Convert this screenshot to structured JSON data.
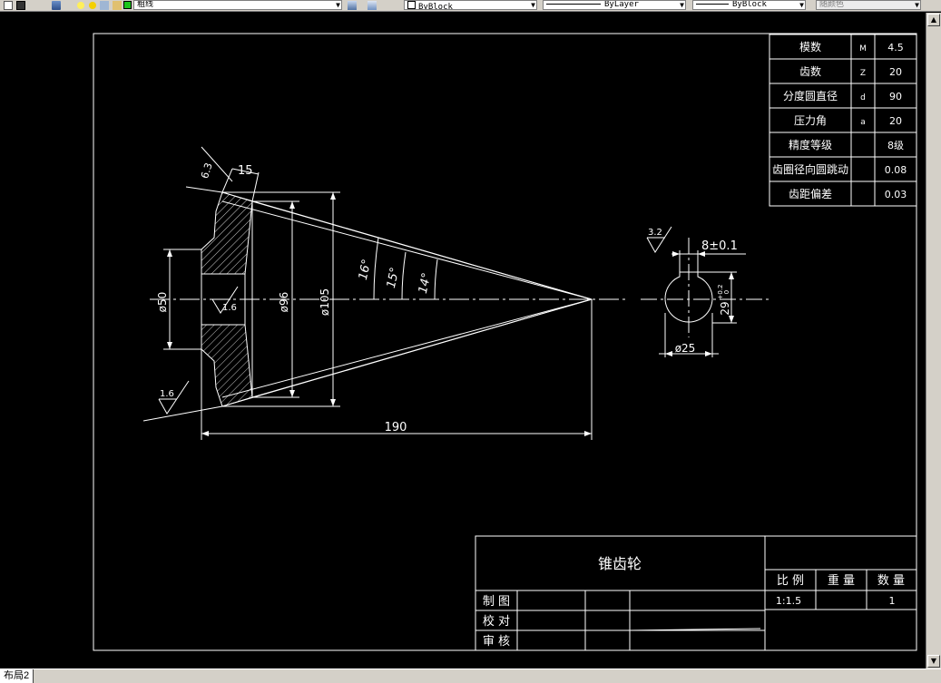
{
  "toolbar": {
    "layer_name": "粗线",
    "color": "ByBlock",
    "linetype": "ByLayer",
    "lineweight": "ByBlock",
    "plotstyle": "随颜色"
  },
  "status": {
    "layout_tab": "布局2"
  },
  "dimensions": {
    "roughness_top": "6.3",
    "width_15": "15",
    "dia_50": "ø50",
    "dia_96": "ø96",
    "dia_105": "ø105",
    "roughness_bore": "1.6",
    "roughness_bottom": "1.6",
    "angle_16": "16°",
    "angle_15": "15°",
    "angle_14": "14°",
    "length_190": "190",
    "key_roughness": "3.2",
    "key_width": "8±0.1",
    "key_depth": "29",
    "key_depth_tol_upper": "+0.2",
    "key_depth_tol_lower": "0",
    "shaft_dia": "ø25"
  },
  "params": [
    {
      "name": "模数",
      "symbol": "M",
      "value": "4.5"
    },
    {
      "name": "齿数",
      "symbol": "Z",
      "value": "20"
    },
    {
      "name": "分度圆直径",
      "symbol": "d",
      "value": "90"
    },
    {
      "name": "压力角",
      "symbol": "a",
      "value": "20"
    },
    {
      "name": "精度等级",
      "symbol": "",
      "value": "8级"
    },
    {
      "name": "齿圈径向圆跳动",
      "symbol": "",
      "value": "0.08"
    },
    {
      "name": "齿距偏差",
      "symbol": "",
      "value": "0.03"
    }
  ],
  "title_block": {
    "part_name": "锥齿轮",
    "scale_label": "比 例",
    "weight_label": "重 量",
    "qty_label": "数 量",
    "scale_value": "1:1.5",
    "qty_value": "1",
    "drawn_label": "制 图",
    "checked_label": "校 对",
    "approved_label": "审 核"
  }
}
